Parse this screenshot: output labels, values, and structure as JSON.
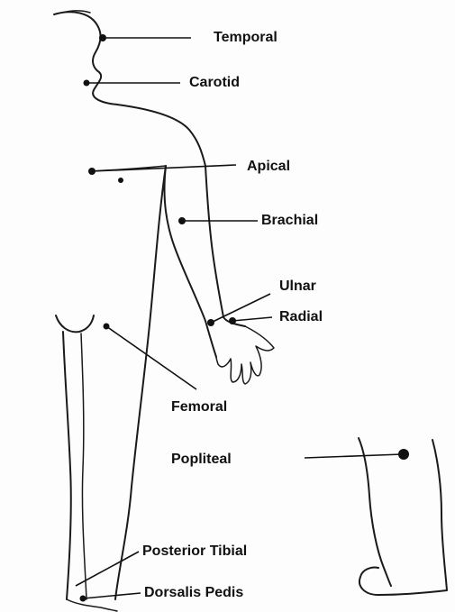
{
  "labels": {
    "temporal": "Temporal",
    "carotid": "Carotid",
    "apical": "Apical",
    "brachial": "Brachial",
    "ulnar": "Ulnar",
    "radial": "Radial",
    "femoral": "Femoral",
    "popliteal": "Popliteal",
    "posterior_tibial": "Posterior Tibial",
    "dorsalis_pedis": "Dorsalis Pedis"
  },
  "colors": {
    "ink": "#111111",
    "paper": "#fdfdfd"
  }
}
